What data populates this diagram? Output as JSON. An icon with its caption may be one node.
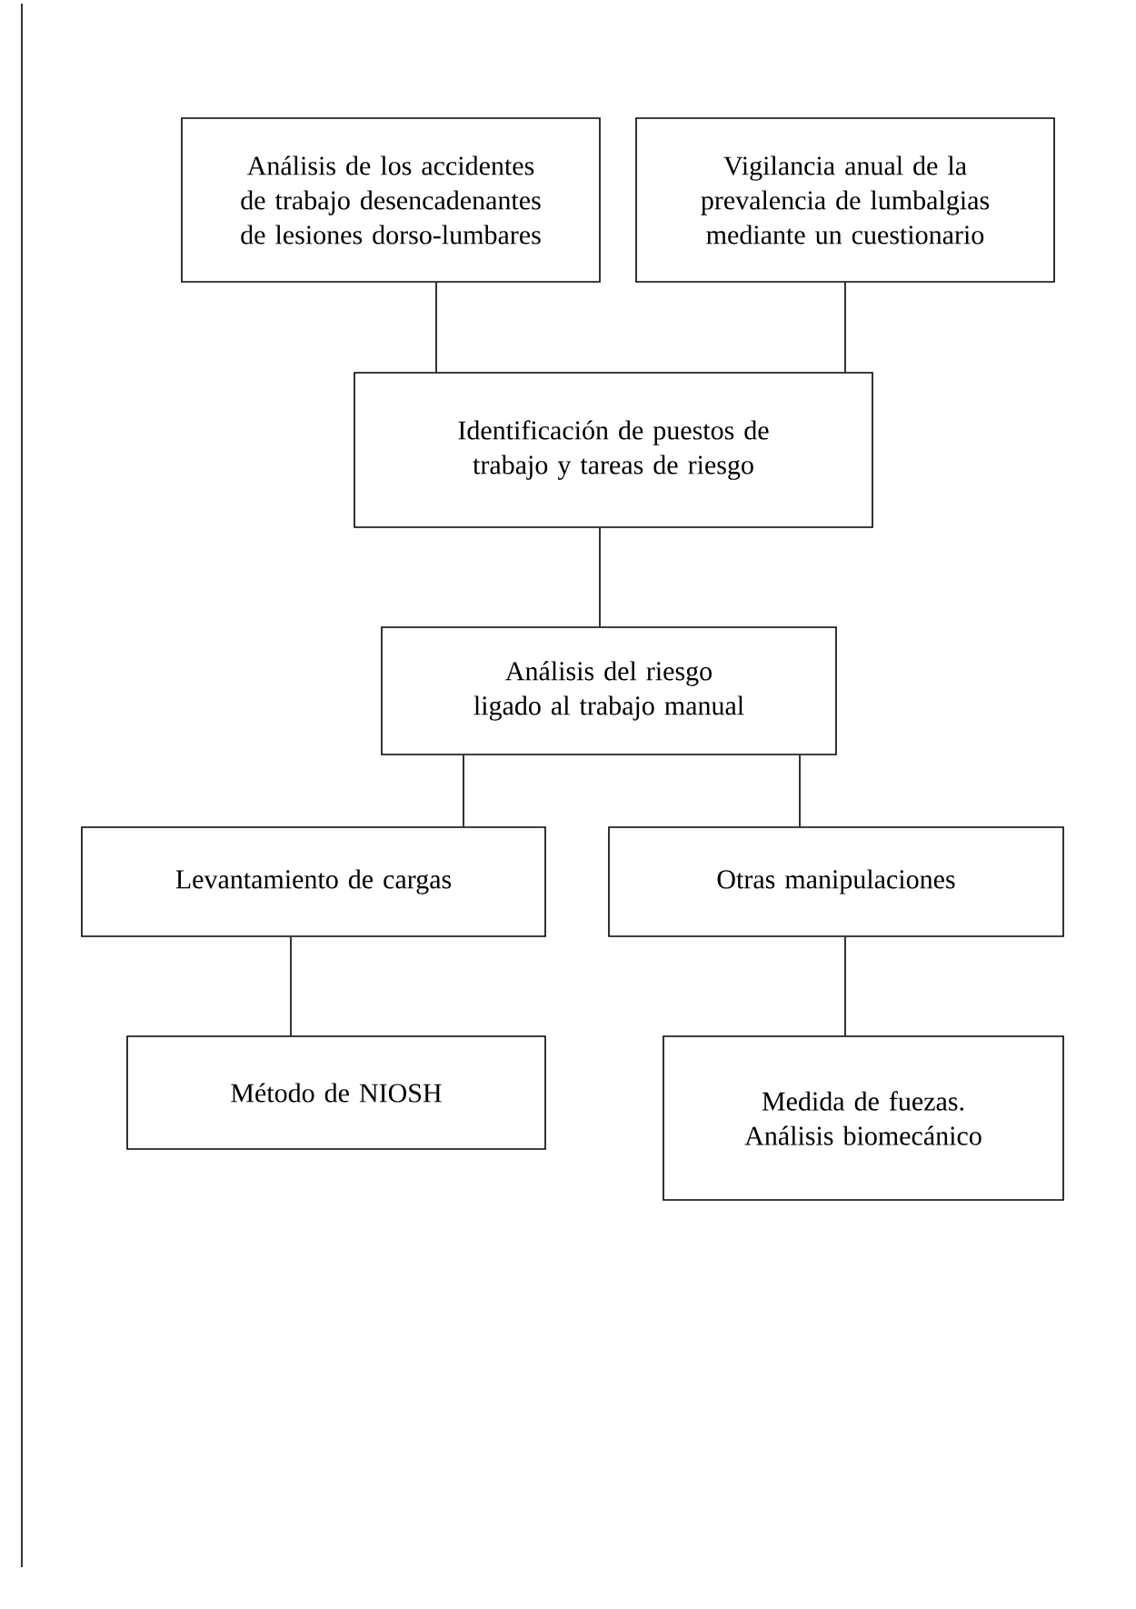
{
  "diagram": {
    "nodes": [
      {
        "text": [
          "Análisis de los accidentes de trabajo desencadenantes de lesiones dorso-lumbares"
        ]
      },
      {
        "text": [
          "Vigilancia anual de la prevalencia de lumbalgias mediante un cuestionario"
        ]
      },
      {
        "text": [
          "Identificación de puestos de trabajo y tareas de riesgo"
        ]
      },
      {
        "text": [
          "Análisis del riesgo ligado al trabajo manual"
        ]
      },
      {
        "text": [
          "Levantamiento de cargas"
        ]
      },
      {
        "text": [
          "Otras manipulaciones"
        ]
      },
      {
        "text": [
          "Método de NIOSH"
        ]
      },
      {
        "text": [
          "Medida de fuezas. Análisis biomecánico"
        ]
      }
    ],
    "edges": [
      {
        "from": 0,
        "to": 2,
        "arrow": "none"
      },
      {
        "from": 1,
        "to": 2,
        "arrow": "none"
      },
      {
        "from": 2,
        "to": 3,
        "arrow": "none"
      },
      {
        "from": 3,
        "to": 4,
        "arrow": "none"
      },
      {
        "from": 3,
        "to": 5,
        "arrow": "none"
      },
      {
        "from": 4,
        "to": 6,
        "arrow": "none"
      },
      {
        "from": 5,
        "to": 7,
        "arrow": "none"
      }
    ]
  }
}
